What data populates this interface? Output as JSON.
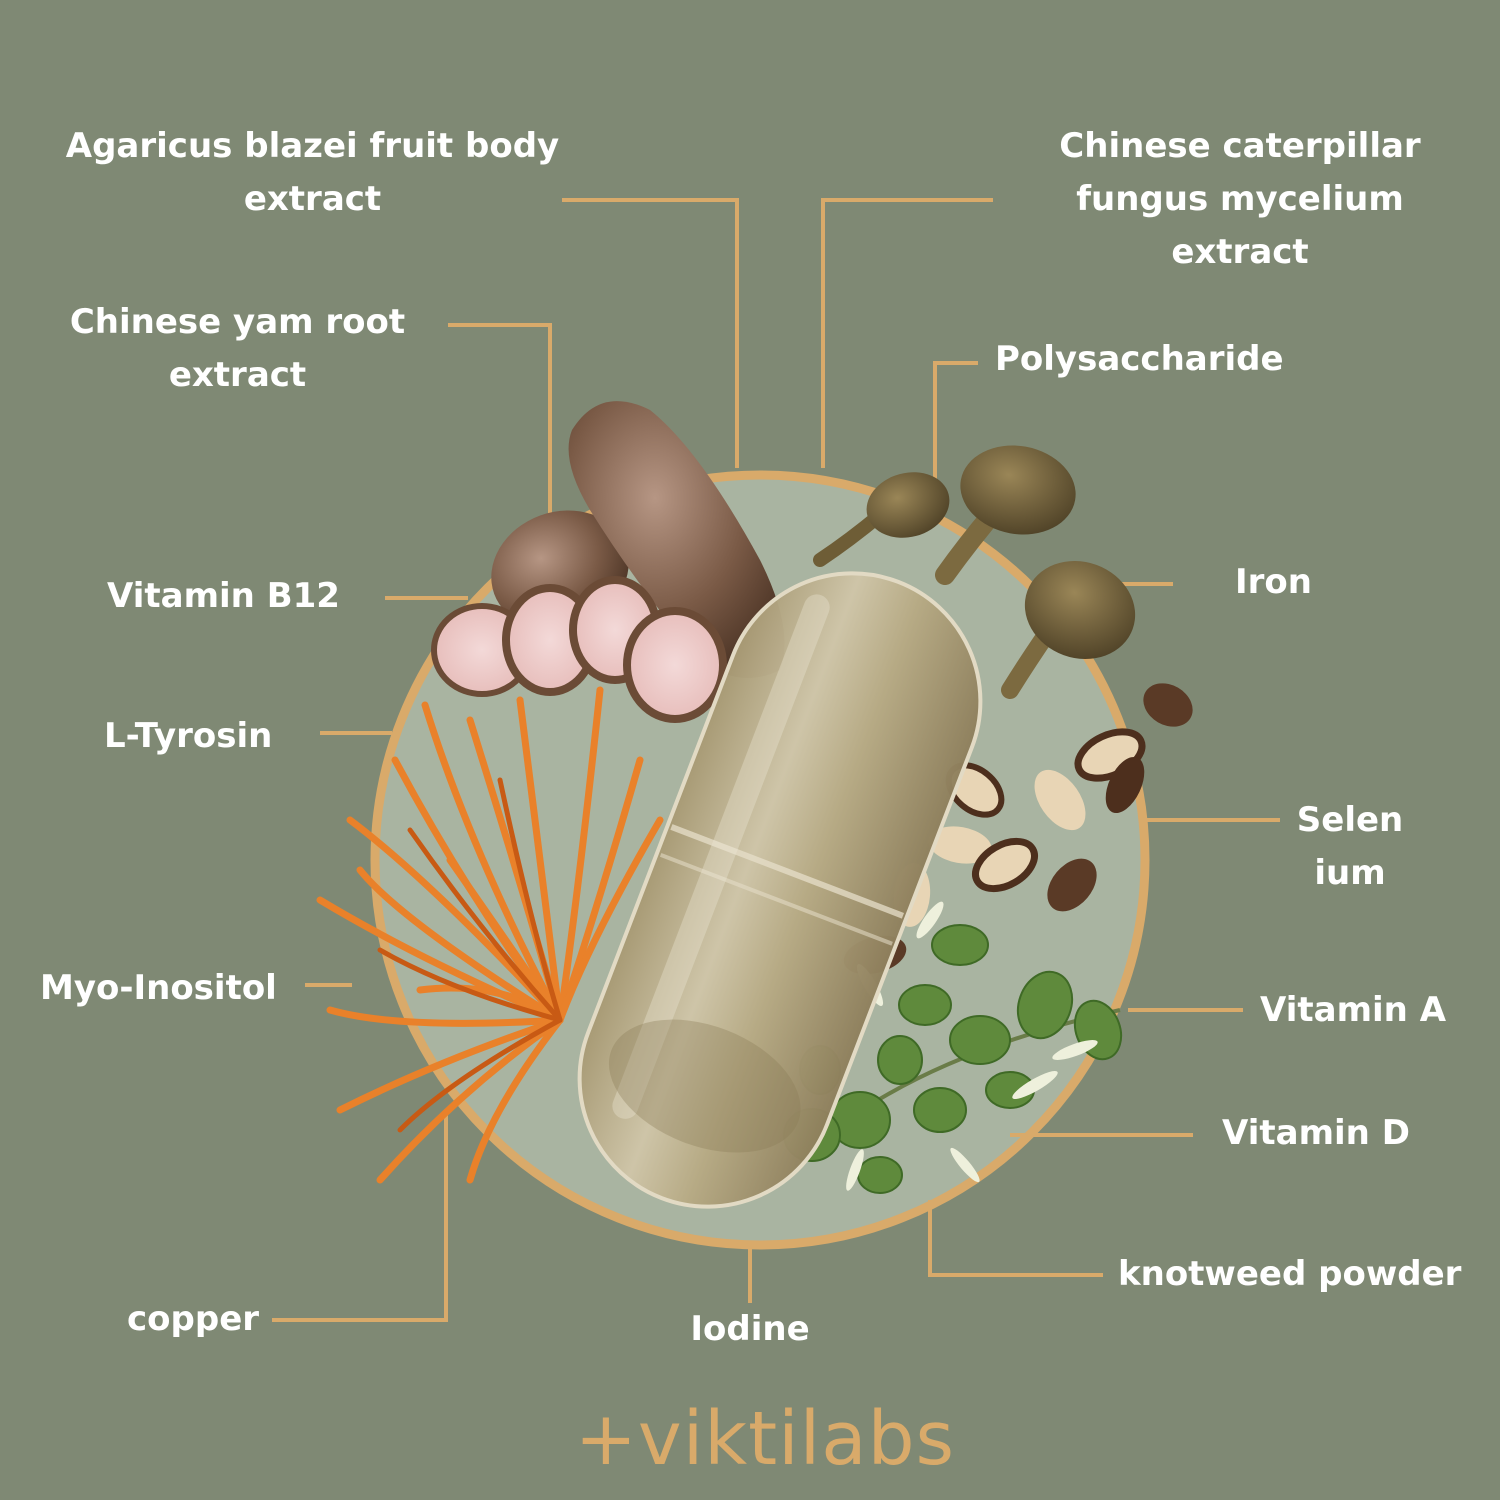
{
  "colors": {
    "background": "#7f8974",
    "accent_line": "#d9aa6a",
    "label_text": "#ffffff",
    "circle_fill": "#a9b4a1"
  },
  "labels": {
    "agaricus": [
      "Agaricus blazei fruit body",
      "extract"
    ],
    "caterpillar": [
      "Chinese caterpillar",
      "fungus mycelium",
      "extract"
    ],
    "yam": [
      "Chinese yam root",
      "extract"
    ],
    "polysaccharide": "Polysaccharide",
    "vitamin_b12": "Vitamin B12",
    "iron": "Iron",
    "l_tyrosin": "L-Tyrosin",
    "selenium": [
      "Selen",
      "ium"
    ],
    "myo_inositol": "Myo-Inositol",
    "vitamin_a": "Vitamin A",
    "vitamin_d": "Vitamin D",
    "knotweed": "knotweed powder",
    "copper": "copper",
    "iodine": "Iodine"
  },
  "brand": {
    "logo_text": "+viktilabs"
  },
  "illustrations": [
    "yam-root",
    "dried-mushrooms",
    "brazil-nuts",
    "cordyceps",
    "knotweed-leaves",
    "capsule"
  ]
}
